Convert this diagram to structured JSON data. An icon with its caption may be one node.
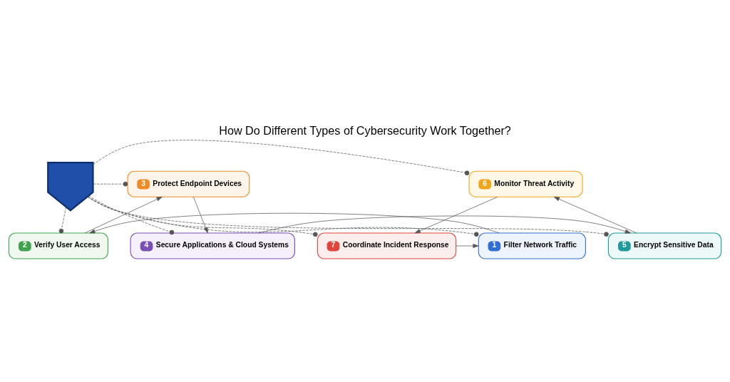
{
  "diagram": {
    "title": "How Do Different Types of Cybersecurity Work Together?",
    "nodes": [
      {
        "text": [],
        "shape": "shield"
      },
      {
        "text": [
          "1",
          "Filter Network Traffic"
        ]
      },
      {
        "text": [
          "2",
          "Verify User Access"
        ]
      },
      {
        "text": [
          "3",
          "Protect Endpoint Devices"
        ]
      },
      {
        "text": [
          "4",
          "Secure Applications & Cloud Systems"
        ]
      },
      {
        "text": [
          "5",
          "Encrypt Sensitive Data"
        ]
      },
      {
        "text": [
          "6",
          "Monitor Threat Activity"
        ]
      },
      {
        "text": [
          "7",
          "Coordinate Incident Response"
        ]
      }
    ],
    "edges": [
      {
        "from": 1,
        "to": 2,
        "arrow": "to"
      },
      {
        "from": 2,
        "to": 3,
        "arrow": "to"
      },
      {
        "from": 3,
        "to": 4,
        "arrow": "to"
      },
      {
        "from": 4,
        "to": 5,
        "arrow": "to"
      },
      {
        "from": 5,
        "to": 6,
        "arrow": "to"
      },
      {
        "from": 6,
        "to": 7,
        "arrow": "to"
      },
      {
        "from": 7,
        "to": 1,
        "arrow": "to"
      },
      {
        "from": 0,
        "to": 1,
        "arrow": "other",
        "style": "dashed"
      },
      {
        "from": 0,
        "to": 2,
        "arrow": "other",
        "style": "dashed"
      },
      {
        "from": 0,
        "to": 3,
        "arrow": "other",
        "style": "dashed"
      },
      {
        "from": 0,
        "to": 4,
        "arrow": "other",
        "style": "dashed"
      },
      {
        "from": 0,
        "to": 5,
        "arrow": "other",
        "style": "dashed"
      },
      {
        "from": 0,
        "to": 6,
        "arrow": "other",
        "style": "dashed"
      },
      {
        "from": 0,
        "to": 7,
        "arrow": "other",
        "style": "dashed"
      }
    ]
  }
}
